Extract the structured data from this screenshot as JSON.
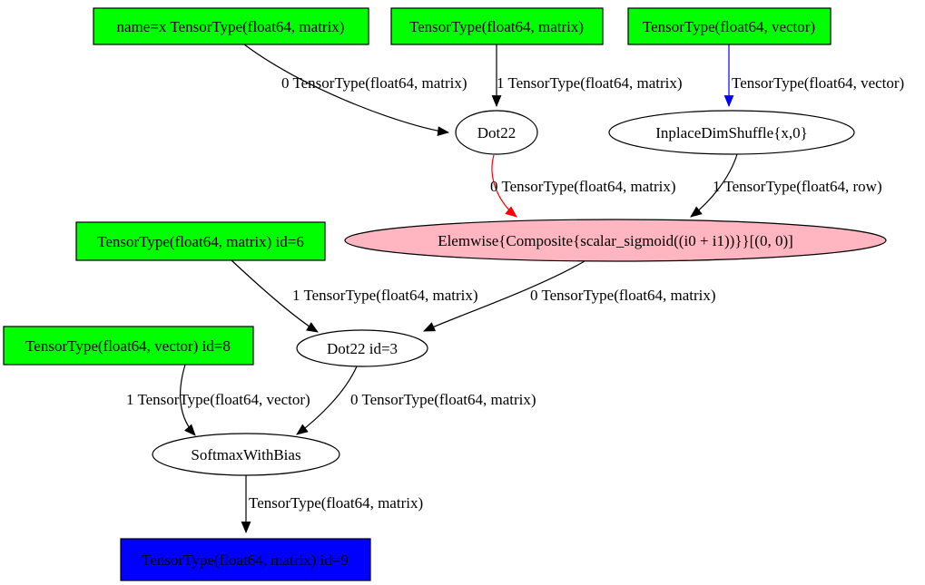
{
  "background": "#ffffff",
  "graph": {
    "nodes": {
      "input_x": {
        "label": "name=x TensorType(float64, matrix)",
        "type": "input-box",
        "fill": "#00ff00"
      },
      "input_w": {
        "label": "TensorType(float64, matrix)",
        "type": "input-box",
        "fill": "#00ff00"
      },
      "input_v": {
        "label": "TensorType(float64, vector)",
        "type": "input-box",
        "fill": "#00ff00"
      },
      "dot22": {
        "label": "Dot22",
        "type": "op-ellipse",
        "fill": "#ffffff"
      },
      "dimshuffle": {
        "label": "InplaceDimShuffle{x,0}",
        "type": "op-ellipse",
        "fill": "#ffffff"
      },
      "elemwise": {
        "label": "Elemwise{Composite{scalar_sigmoid((i0 + i1))}}[(0, 0)]",
        "type": "op-ellipse",
        "fill": "#ffb6c1"
      },
      "input_id6": {
        "label": "TensorType(float64, matrix) id=6",
        "type": "input-box",
        "fill": "#00ff00"
      },
      "dot22_id3": {
        "label": "Dot22 id=3",
        "type": "op-ellipse",
        "fill": "#ffffff"
      },
      "input_id8": {
        "label": "TensorType(float64, vector) id=8",
        "type": "input-box",
        "fill": "#00ff00"
      },
      "softmax": {
        "label": "SoftmaxWithBias",
        "type": "op-ellipse",
        "fill": "#ffffff"
      },
      "output_id9": {
        "label": "TensorType(float64, matrix) id=9",
        "type": "output-box",
        "fill": "#0000ff"
      }
    },
    "edges": {
      "x_to_dot22": {
        "from": "input_x",
        "to": "dot22",
        "label": "0 TensorType(float64, matrix)",
        "color": "#000000"
      },
      "w_to_dot22": {
        "from": "input_w",
        "to": "dot22",
        "label": "1 TensorType(float64, matrix)",
        "color": "#000000"
      },
      "v_to_dimshuffle": {
        "from": "input_v",
        "to": "dimshuffle",
        "label": "TensorType(float64, vector)",
        "color": "#0000ff"
      },
      "dot22_to_elemwise": {
        "from": "dot22",
        "to": "elemwise",
        "label": "0 TensorType(float64, matrix)",
        "color": "#ff0000"
      },
      "dimshuffle_to_elemwise": {
        "from": "dimshuffle",
        "to": "elemwise",
        "label": "1 TensorType(float64, row)",
        "color": "#000000"
      },
      "id6_to_dot22id3": {
        "from": "input_id6",
        "to": "dot22_id3",
        "label": "1 TensorType(float64, matrix)",
        "color": "#000000"
      },
      "elemwise_to_dot22id3": {
        "from": "elemwise",
        "to": "dot22_id3",
        "label": "0 TensorType(float64, matrix)",
        "color": "#000000"
      },
      "id8_to_softmax": {
        "from": "input_id8",
        "to": "softmax",
        "label": "1 TensorType(float64, vector)",
        "color": "#000000"
      },
      "dot22id3_to_softmax": {
        "from": "dot22_id3",
        "to": "softmax",
        "label": "0 TensorType(float64, matrix)",
        "color": "#000000"
      },
      "softmax_to_output": {
        "from": "softmax",
        "to": "output_id9",
        "label": "TensorType(float64, matrix)",
        "color": "#000000"
      }
    }
  }
}
